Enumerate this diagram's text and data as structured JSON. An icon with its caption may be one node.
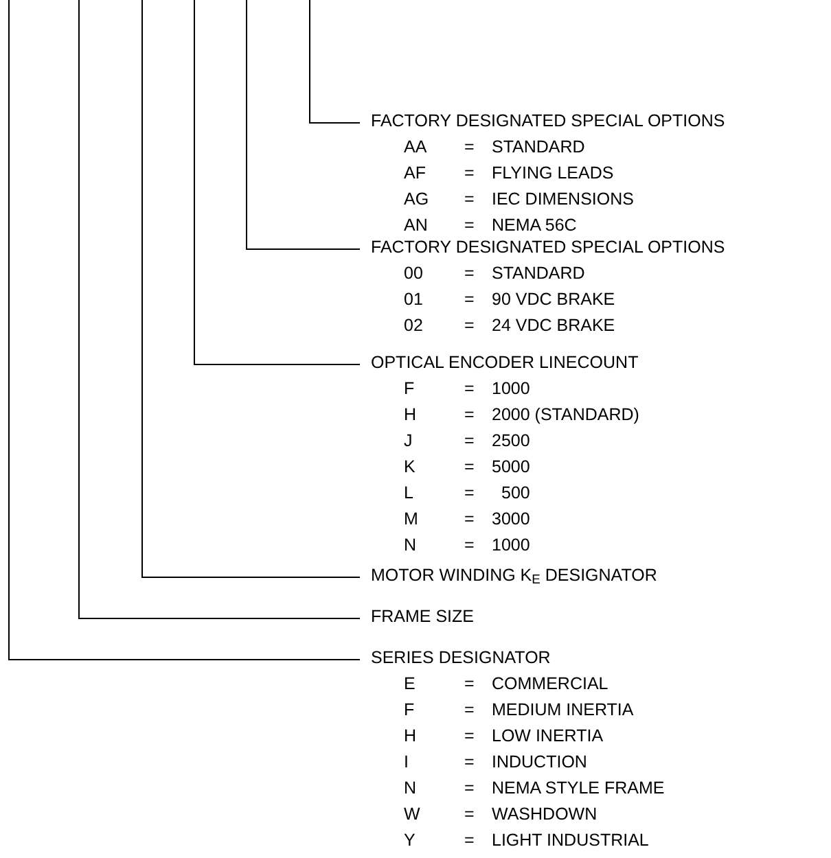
{
  "diagram": {
    "nodes": [
      {
        "text": [
          "FACTORY DESIGNATED SPECIAL OPTIONS"
        ]
      },
      {
        "text": [
          "FACTORY DESIGNATED SPECIAL OPTIONS"
        ]
      },
      {
        "text": [
          "OPTICAL ENCODER LINECOUNT"
        ]
      },
      {
        "text": [
          "MOTOR WINDING K$_{E}$ DESIGNATOR"
        ]
      },
      {
        "text": [
          "FRAME SIZE"
        ]
      },
      {
        "text": [
          "SERIES DESIGNATOR"
        ]
      }
    ],
    "edges": [
      {
        "from": null,
        "to": 0,
        "arrow": "none"
      },
      {
        "from": null,
        "to": 1,
        "arrow": "none"
      },
      {
        "from": null,
        "to": 2,
        "arrow": "none"
      },
      {
        "from": null,
        "to": 3,
        "arrow": "none"
      },
      {
        "from": null,
        "to": 4,
        "arrow": "none"
      },
      {
        "from": null,
        "to": 5,
        "arrow": "none"
      }
    ],
    "labels": [
      "AA",
      "=",
      "STANDARD",
      "AF",
      "=",
      "FLYING LEADS",
      "AG",
      "=",
      "IEC DIMENSIONS",
      "AN",
      "=",
      "NEMA 56C",
      "00",
      "=",
      "STANDARD",
      "01",
      "=",
      "90 VDC BRAKE",
      "02",
      "=",
      "24 VDC BRAKE",
      "F",
      "=",
      "1000",
      "H",
      "=",
      "2000 (STANDARD)",
      "J",
      "=",
      "2500",
      "K",
      "=",
      "5000",
      "L",
      "=",
      "500",
      "M",
      "=",
      "3000",
      "N",
      "=",
      "1000",
      "E",
      "=",
      "COMMERCIAL",
      "F",
      "=",
      "MEDIUM INERTIA",
      "H",
      "=",
      "LOW INERTIA",
      "I",
      "=",
      "INDUCTION",
      "N",
      "=",
      "NEMA STYLE FRAME",
      "W",
      "=",
      "WASHDOWN",
      "Y",
      "=",
      "LIGHT INDUSTRIAL"
    ]
  }
}
